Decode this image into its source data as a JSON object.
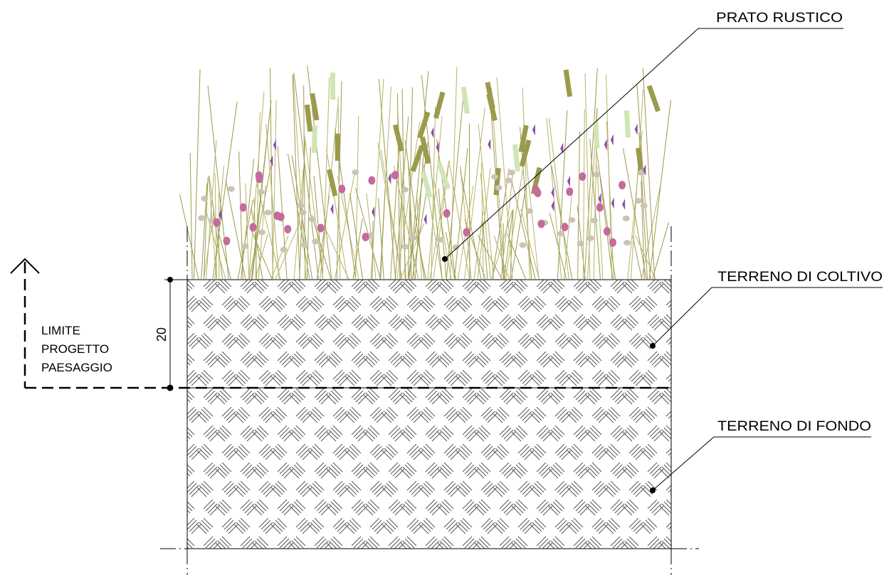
{
  "labels": {
    "prato": "PRATO RUSTICO",
    "coltivo": "TERRENO DI COLTIVO",
    "fondo": "TERRENO DI FONDO"
  },
  "limit_label": [
    "LIMITE",
    "PROGETTO",
    "PAESAGGIO"
  ],
  "dimension": "20",
  "colors": {
    "line": "#000000",
    "hatch": "#555555",
    "grass": "#b5b46a",
    "grass_dark": "#9c9a4c",
    "grass_light": "#cfe6b4",
    "seed": "#cdc3b3",
    "flower_pink": "#c56a9c",
    "flower_purple": "#8e4aa6"
  }
}
